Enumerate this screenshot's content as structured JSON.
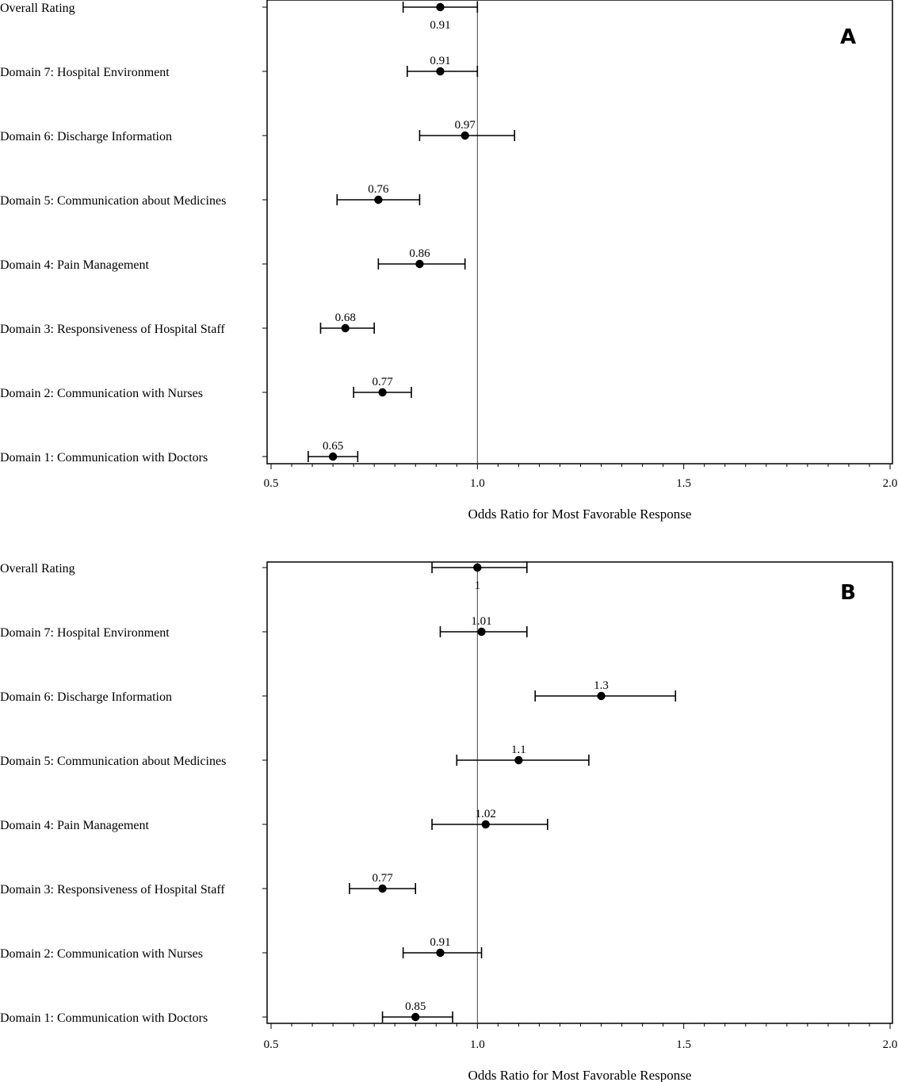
{
  "chart_data": [
    {
      "type": "forest",
      "panel_label": "A",
      "xlabel": "Odds Ratio for Most Favorable Response",
      "xlim": [
        0.5,
        2.0
      ],
      "xticks": [
        "0.5",
        "1.0",
        "1.5",
        "2.0"
      ],
      "reference_line": 1.0,
      "categories": [
        "Overall Rating",
        "Domain 7: Hospital Environment",
        "Domain 6: Discharge Information",
        "Domain 5: Communication about Medicines",
        "Domain 4: Pain Management",
        "Domain 3: Responsiveness of Hospital Staff",
        "Domain 2: Communication with Nurses",
        "Domain 1: Communication with Doctors"
      ],
      "estimates": [
        0.91,
        0.91,
        0.97,
        0.76,
        0.86,
        0.68,
        0.77,
        0.65
      ],
      "estimate_labels": [
        "0.91",
        "0.91",
        "0.97",
        "0.76",
        "0.86",
        "0.68",
        "0.77",
        "0.65"
      ],
      "lower": [
        0.82,
        0.83,
        0.86,
        0.66,
        0.76,
        0.62,
        0.7,
        0.59
      ],
      "upper": [
        1.0,
        1.0,
        1.09,
        0.86,
        0.97,
        0.75,
        0.84,
        0.71
      ],
      "label_position": [
        "below",
        "above",
        "above",
        "above",
        "above",
        "above",
        "above",
        "above"
      ]
    },
    {
      "type": "forest",
      "panel_label": "B",
      "xlabel": "Odds Ratio for Most Favorable Response",
      "xlim": [
        0.5,
        2.0
      ],
      "xticks": [
        "0.5",
        "1.0",
        "1.5",
        "2.0"
      ],
      "reference_line": 1.0,
      "categories": [
        "Overall Rating",
        "Domain 7: Hospital Environment",
        "Domain 6: Discharge Information",
        "Domain 5: Communication about Medicines",
        "Domain 4: Pain Management",
        "Domain 3: Responsiveness of Hospital Staff",
        "Domain 2: Communication with Nurses",
        "Domain 1: Communication with Doctors"
      ],
      "estimates": [
        1.0,
        1.01,
        1.3,
        1.1,
        1.02,
        0.77,
        0.91,
        0.85
      ],
      "estimate_labels": [
        "1",
        "1.01",
        "1.3",
        "1.1",
        "1.02",
        "0.77",
        "0.91",
        "0.85"
      ],
      "lower": [
        0.89,
        0.91,
        1.14,
        0.95,
        0.89,
        0.69,
        0.82,
        0.77
      ],
      "upper": [
        1.12,
        1.12,
        1.48,
        1.27,
        1.17,
        0.85,
        1.01,
        0.94
      ],
      "label_position": [
        "below",
        "above",
        "above",
        "above",
        "above",
        "above",
        "above",
        "above"
      ]
    }
  ]
}
